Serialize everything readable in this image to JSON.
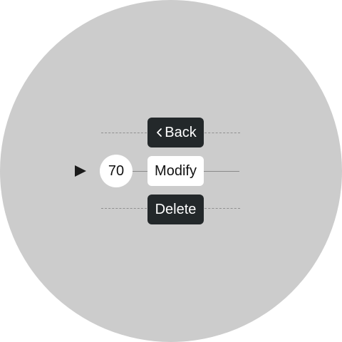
{
  "menu": {
    "back_label": "Back",
    "modify_label": "Modify",
    "delete_label": "Delete"
  },
  "selector": {
    "value": "70",
    "indicator_icon": "play-triangle-icon",
    "back_icon": "chevron-left-icon"
  },
  "colors": {
    "screen_background": "#cccccc",
    "dark_button": "#23282a",
    "light_button": "#ffffff",
    "indicator": "#1b1b1b"
  }
}
